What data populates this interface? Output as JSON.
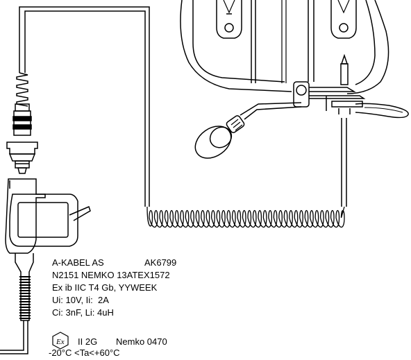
{
  "diagram": {
    "labels": {
      "manufacturer": "A-KABEL AS",
      "part_number": "AK6799",
      "certificate": "N2151 NEMKO 13ATEX1572",
      "protection": "Ex ib IIC T4 Gb, YYWEEK",
      "ui_ii": "Ui: 10V, Ii:  2A",
      "ci_li": "Ci: 3nF, Li: 4uH",
      "ex_symbol": "Ex",
      "group": "II 2G",
      "notified_body": "Nemko 0470",
      "ambient_temp": "-20°C <Ta<+60°C"
    },
    "colors": {
      "line": "#000000",
      "background": "#ffffff",
      "fill": "#ffffff"
    }
  }
}
